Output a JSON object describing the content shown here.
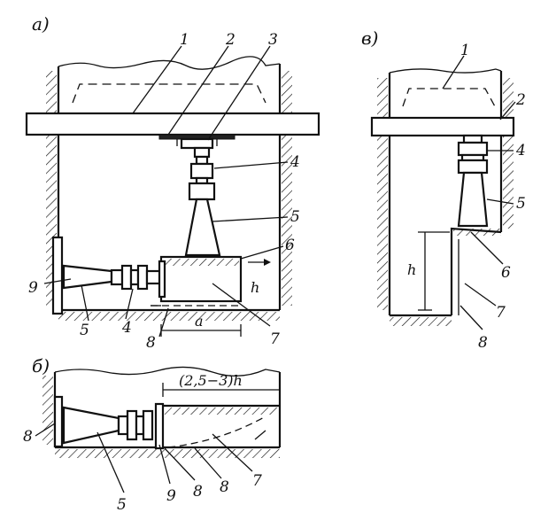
{
  "panels": {
    "a": {
      "label": "а)"
    },
    "b": {
      "label": "б)"
    },
    "v": {
      "label": "в)"
    }
  },
  "labels": {
    "a": [
      "1",
      "2",
      "3",
      "4",
      "5",
      "6",
      "7",
      "8",
      "9",
      "5",
      "4",
      "8"
    ],
    "b": [
      "8",
      "5",
      "9",
      "8",
      "8",
      "7"
    ],
    "v": [
      "1",
      "2",
      "4",
      "5",
      "6",
      "7",
      "8"
    ]
  },
  "dimensions": {
    "a_width": "a",
    "a_height": "h",
    "v_height": "h",
    "b_distance": "(2,5−3)h"
  }
}
